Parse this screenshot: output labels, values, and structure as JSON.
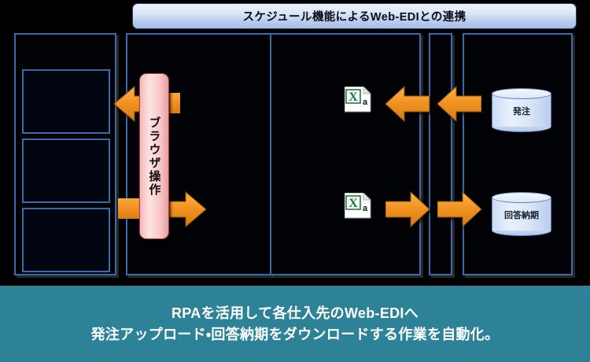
{
  "header": {
    "title": "スケジュール機能によるWeb-EDIとの連携"
  },
  "diagram": {
    "browser_bar": {
      "label": "ブラウザ操作",
      "color": "#f9c9c8"
    },
    "panels": [
      {
        "name": "left-systems-panel"
      },
      {
        "name": "browser-panel"
      },
      {
        "name": "file-exchange-panel"
      },
      {
        "name": "transfer-gap-panel"
      },
      {
        "name": "database-panel"
      }
    ],
    "left_boxes": [
      {
        "label": ""
      },
      {
        "label": ""
      },
      {
        "label": ""
      }
    ],
    "files": [
      {
        "name": "order-excel-file",
        "icon": "excel-file-icon",
        "label": ""
      },
      {
        "name": "reply-excel-file",
        "icon": "excel-file-icon",
        "label": ""
      }
    ],
    "databases": [
      {
        "name": "order-database",
        "label": "発注"
      },
      {
        "name": "reply-due-date-database",
        "label": "回答納期"
      }
    ],
    "arrows": [
      {
        "name": "download-arrow-browser",
        "direction": "left"
      },
      {
        "name": "download-arrow-files",
        "direction": "left"
      },
      {
        "name": "download-arrow-db",
        "direction": "left"
      },
      {
        "name": "upload-arrow-browser",
        "direction": "right"
      },
      {
        "name": "upload-arrow-files",
        "direction": "right"
      },
      {
        "name": "upload-arrow-db",
        "direction": "right"
      }
    ],
    "accent_color": "#f29423",
    "frame_color": "#3c69a8"
  },
  "caption": {
    "line1": "RPAを活用して各仕入先のWeb-EDIへ",
    "line2": "発注アップロード・回答納期をダウンロードする作業を自動化。",
    "background": "#2e8298",
    "text_color": "#ffffff"
  }
}
